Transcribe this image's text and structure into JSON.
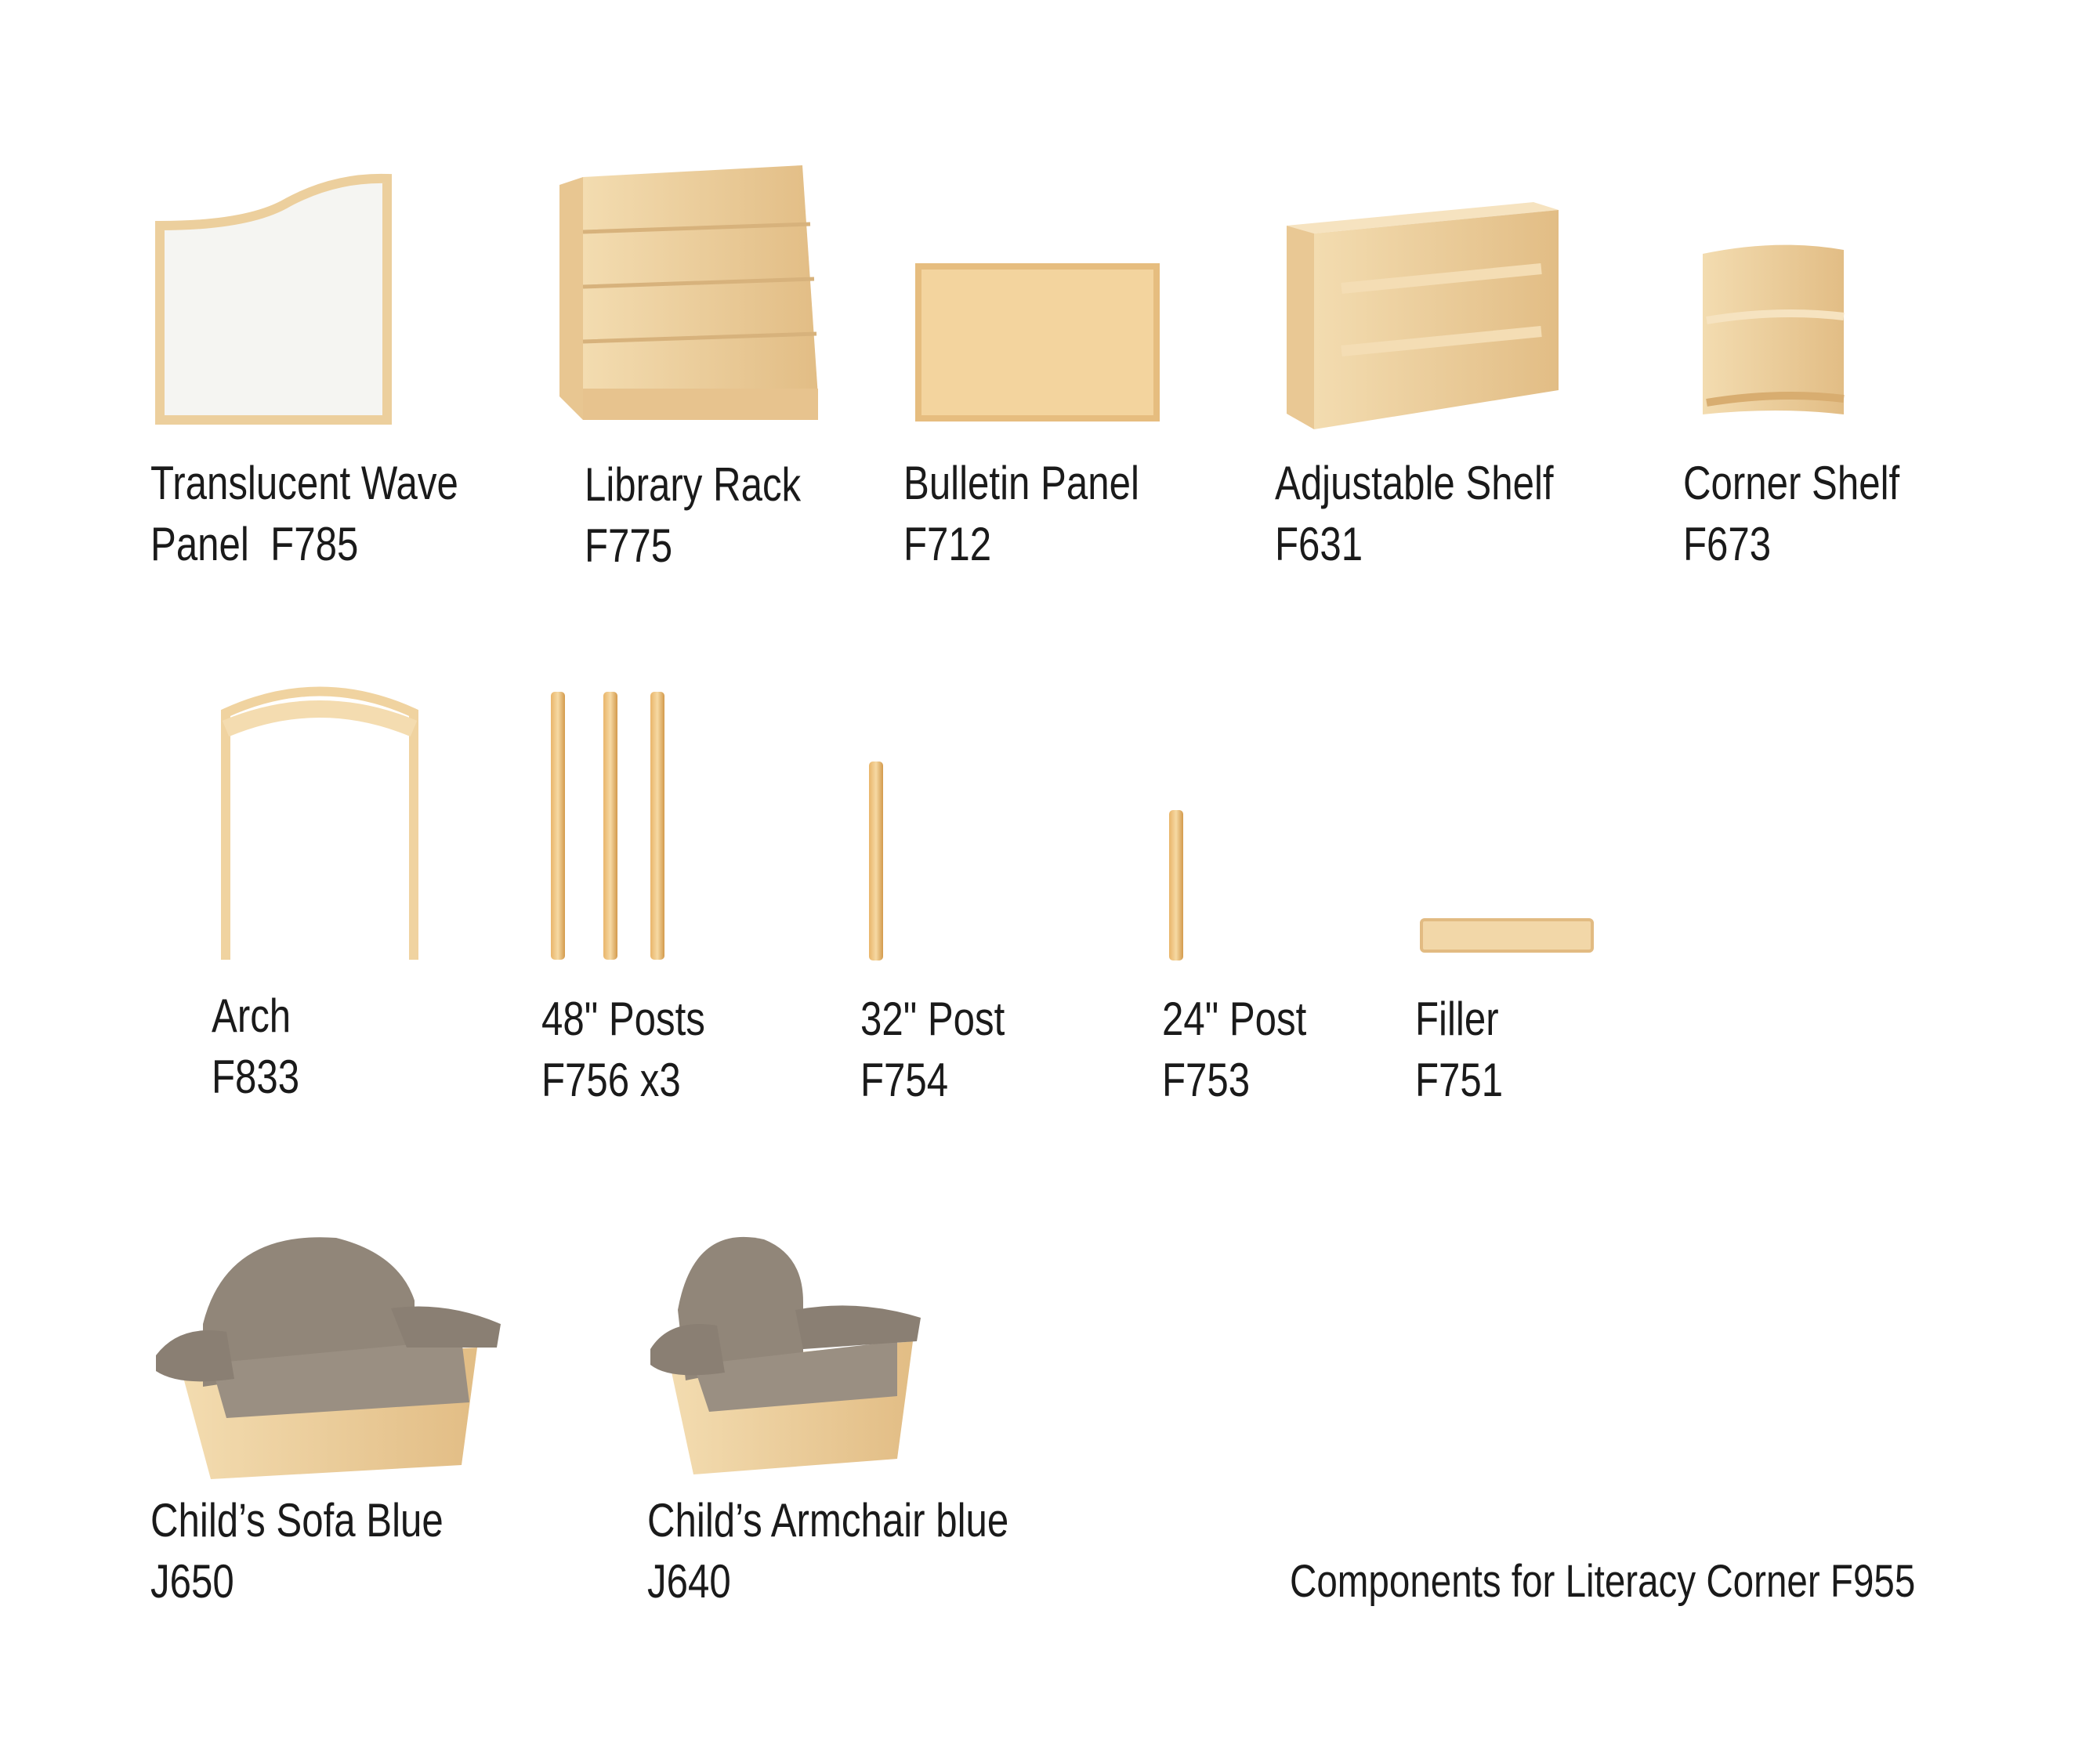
{
  "components": [
    {
      "name": "Translucent Wave",
      "name2": "Panel",
      "code": "F785"
    },
    {
      "name": "Library Rack",
      "code": "F775"
    },
    {
      "name": "Bulletin Panel",
      "code": "F712"
    },
    {
      "name": "Adjustable Shelf",
      "code": "F631"
    },
    {
      "name": "Corner Shelf",
      "code": "F673"
    },
    {
      "name": "Arch",
      "code": "F833"
    },
    {
      "name": "48\" Posts",
      "code": "F756 x3"
    },
    {
      "name": "32\" Post",
      "code": "F754"
    },
    {
      "name": "24\" Post",
      "code": "F753"
    },
    {
      "name": "Filler",
      "code": "F751"
    },
    {
      "name": "Child’s Sofa Blue",
      "code": "J650"
    },
    {
      "name": "Child’s Armchair blue",
      "code": "J640"
    }
  ],
  "footer": "Components for Literacy Corner F955",
  "colors": {
    "wood": "#f0d3a0",
    "wood_dark": "#d9b27a",
    "cushion": "#8f8478",
    "panel": "#f5f5f3",
    "cork": "#f3d49e"
  }
}
